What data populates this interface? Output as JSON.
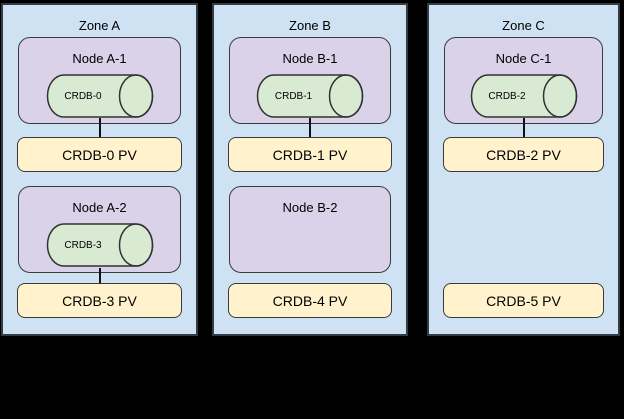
{
  "colors": {
    "canvas_bg": "#000000",
    "zone_fill": "#cfe2f3",
    "zone_border": "#333b44",
    "node_fill": "#d9d2e9",
    "node_border": "#3a3a3a",
    "pod_fill": "#d9ead3",
    "pod_border": "#333333",
    "pv_fill": "#fff2cc",
    "pv_border": "#3a3a3a",
    "connector": "#111111",
    "text": "#000000"
  },
  "diagram": {
    "zones": [
      {
        "label": "Zone A",
        "nodes": [
          {
            "label": "Node A-1",
            "pod": {
              "label": "CRDB-0"
            }
          },
          {
            "label": "Node A-2",
            "pod": {
              "label": "CRDB-3"
            }
          }
        ],
        "pvs": [
          {
            "label": "CRDB-0 PV",
            "connected": true
          },
          {
            "label": "CRDB-3 PV",
            "connected": true
          }
        ]
      },
      {
        "label": "Zone B",
        "nodes": [
          {
            "label": "Node B-1",
            "pod": {
              "label": "CRDB-1"
            }
          },
          {
            "label": "Node B-2",
            "pod": null
          }
        ],
        "pvs": [
          {
            "label": "CRDB-1 PV",
            "connected": true
          },
          {
            "label": "CRDB-4 PV",
            "connected": false
          }
        ]
      },
      {
        "label": "Zone C",
        "nodes": [
          {
            "label": "Node C-1",
            "pod": {
              "label": "CRDB-2"
            }
          }
        ],
        "pvs": [
          {
            "label": "CRDB-2 PV",
            "connected": true
          },
          {
            "label": "CRDB-5 PV",
            "connected": false
          }
        ]
      }
    ]
  }
}
